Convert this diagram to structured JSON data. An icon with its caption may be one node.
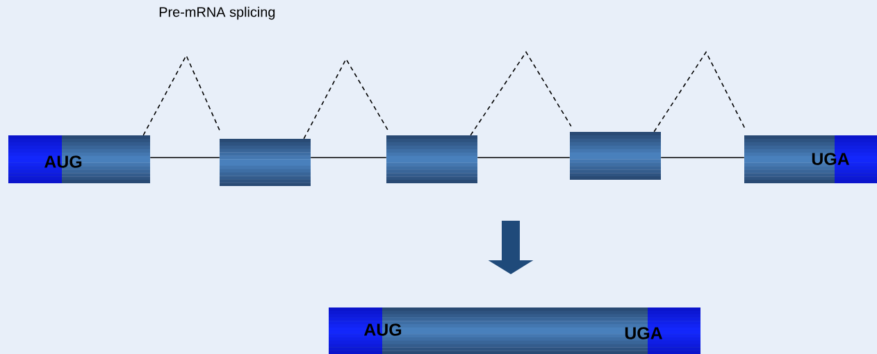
{
  "diagram": {
    "title": "Pre-mRNA splicing",
    "nodes": [
      {
        "text": [
          "AUG"
        ]
      },
      {
        "text": [],
        "shape": "box"
      },
      {
        "text": [],
        "shape": "box"
      },
      {
        "text": [],
        "shape": "box"
      },
      {
        "text": [
          "UGA"
        ]
      },
      {
        "text": [
          "AUG",
          "UGA"
        ]
      }
    ],
    "edges": [
      {
        "from": 0,
        "to": 1,
        "arrow": "none"
      },
      {
        "from": 1,
        "to": 2,
        "arrow": "none"
      },
      {
        "from": 2,
        "to": 3,
        "arrow": "none"
      },
      {
        "from": 3,
        "to": 4,
        "arrow": "none"
      },
      {
        "from": 0,
        "to": 1,
        "arrow": "none",
        "style": "dashed"
      },
      {
        "from": 1,
        "to": 2,
        "arrow": "none",
        "style": "dashed"
      },
      {
        "from": 2,
        "to": 3,
        "arrow": "none",
        "style": "dashed"
      },
      {
        "from": 3,
        "to": 4,
        "arrow": "none",
        "style": "dashed"
      }
    ]
  }
}
